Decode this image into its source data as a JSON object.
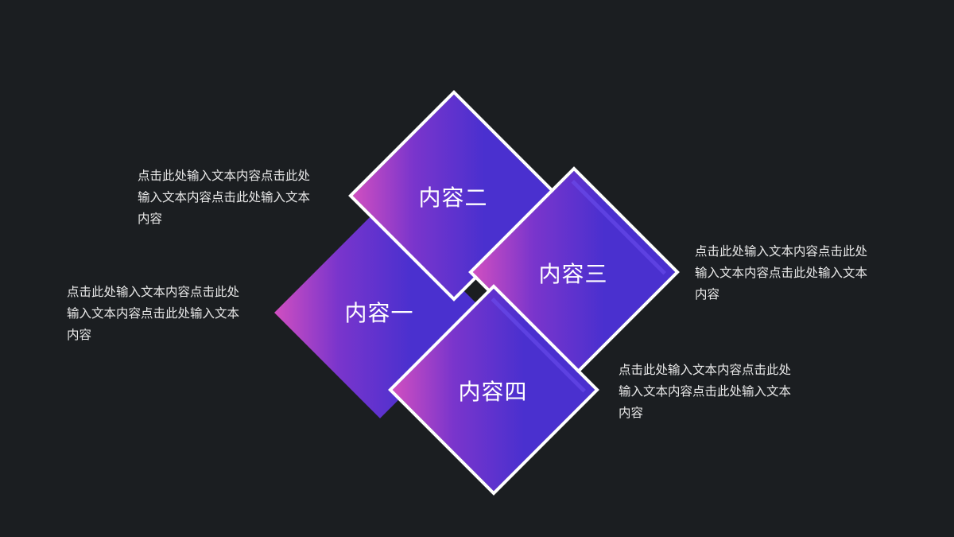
{
  "diagram": {
    "type": "four-diamond-layout",
    "background": "#1b1e21",
    "gradient_colors": {
      "start": "#d14fc0",
      "mid": "#7a35cc",
      "end": "#4a30cf"
    },
    "border_color": "#ffffff",
    "items": [
      {
        "title": "内容一",
        "description": "点击此处输入文本内容点击此处输入文本内容点击此处输入文本内容"
      },
      {
        "title": "内容二",
        "description": "点击此处输入文本内容点击此处输入文本内容点击此处输入文本内容"
      },
      {
        "title": "内容三",
        "description": "点击此处输入文本内容点击此处输入文本内容点击此处输入文本内容"
      },
      {
        "title": "内容四",
        "description": "点击此处输入文本内容点击此处输入文本内容点击此处输入文本内容"
      }
    ]
  }
}
